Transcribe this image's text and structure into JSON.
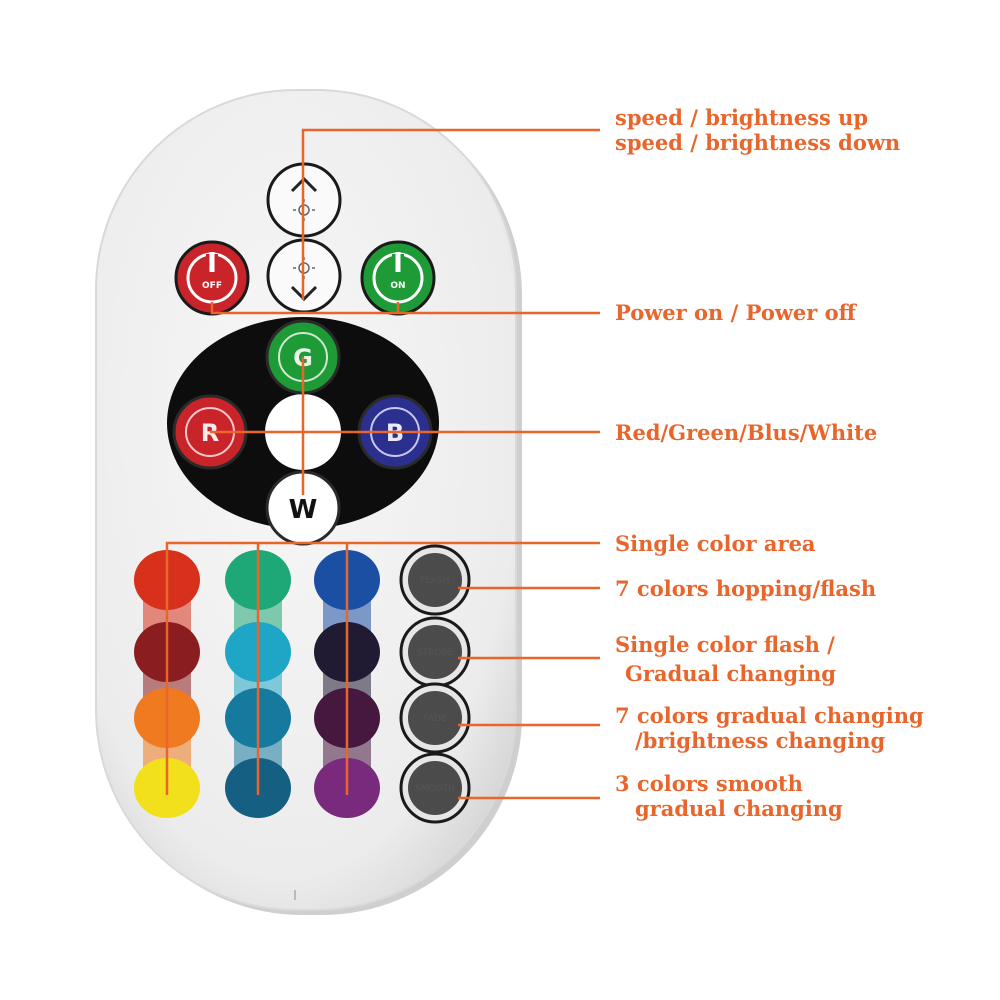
{
  "accent_color": "#e8652b",
  "labels": {
    "speed_up": "speed / brightness up",
    "speed_down": "speed / brightness down",
    "power": "Power on / Power off",
    "rgbw": "Red/Green/Blus/White",
    "single_color_area": "Single color area",
    "flash": "7 colors hopping/flash",
    "strobe_line1": "Single color flash /",
    "strobe_line2": "Gradual changing",
    "fade_line1": "7 colors gradual changing",
    "fade_line2": "/brightness changing",
    "smooth_line1": "3 colors smooth",
    "smooth_line2": "gradual changing"
  },
  "buttons": {
    "off": "OFF",
    "on": "ON",
    "green": "G",
    "red": "R",
    "blue": "B",
    "white": "W",
    "flash": "FLASH",
    "strobe": "STROBE",
    "fade": "FADE",
    "smooth": "SMOOTH"
  },
  "color_grid": [
    [
      "#d7311c",
      "#1fa877",
      "#1b4fa4"
    ],
    [
      "#8a1d1f",
      "#1fa6c6",
      "#201a33"
    ],
    [
      "#ef7a1f",
      "#167a9e",
      "#46173f"
    ],
    [
      "#f2e01c",
      "#155f82",
      "#7a2a7c"
    ]
  ]
}
